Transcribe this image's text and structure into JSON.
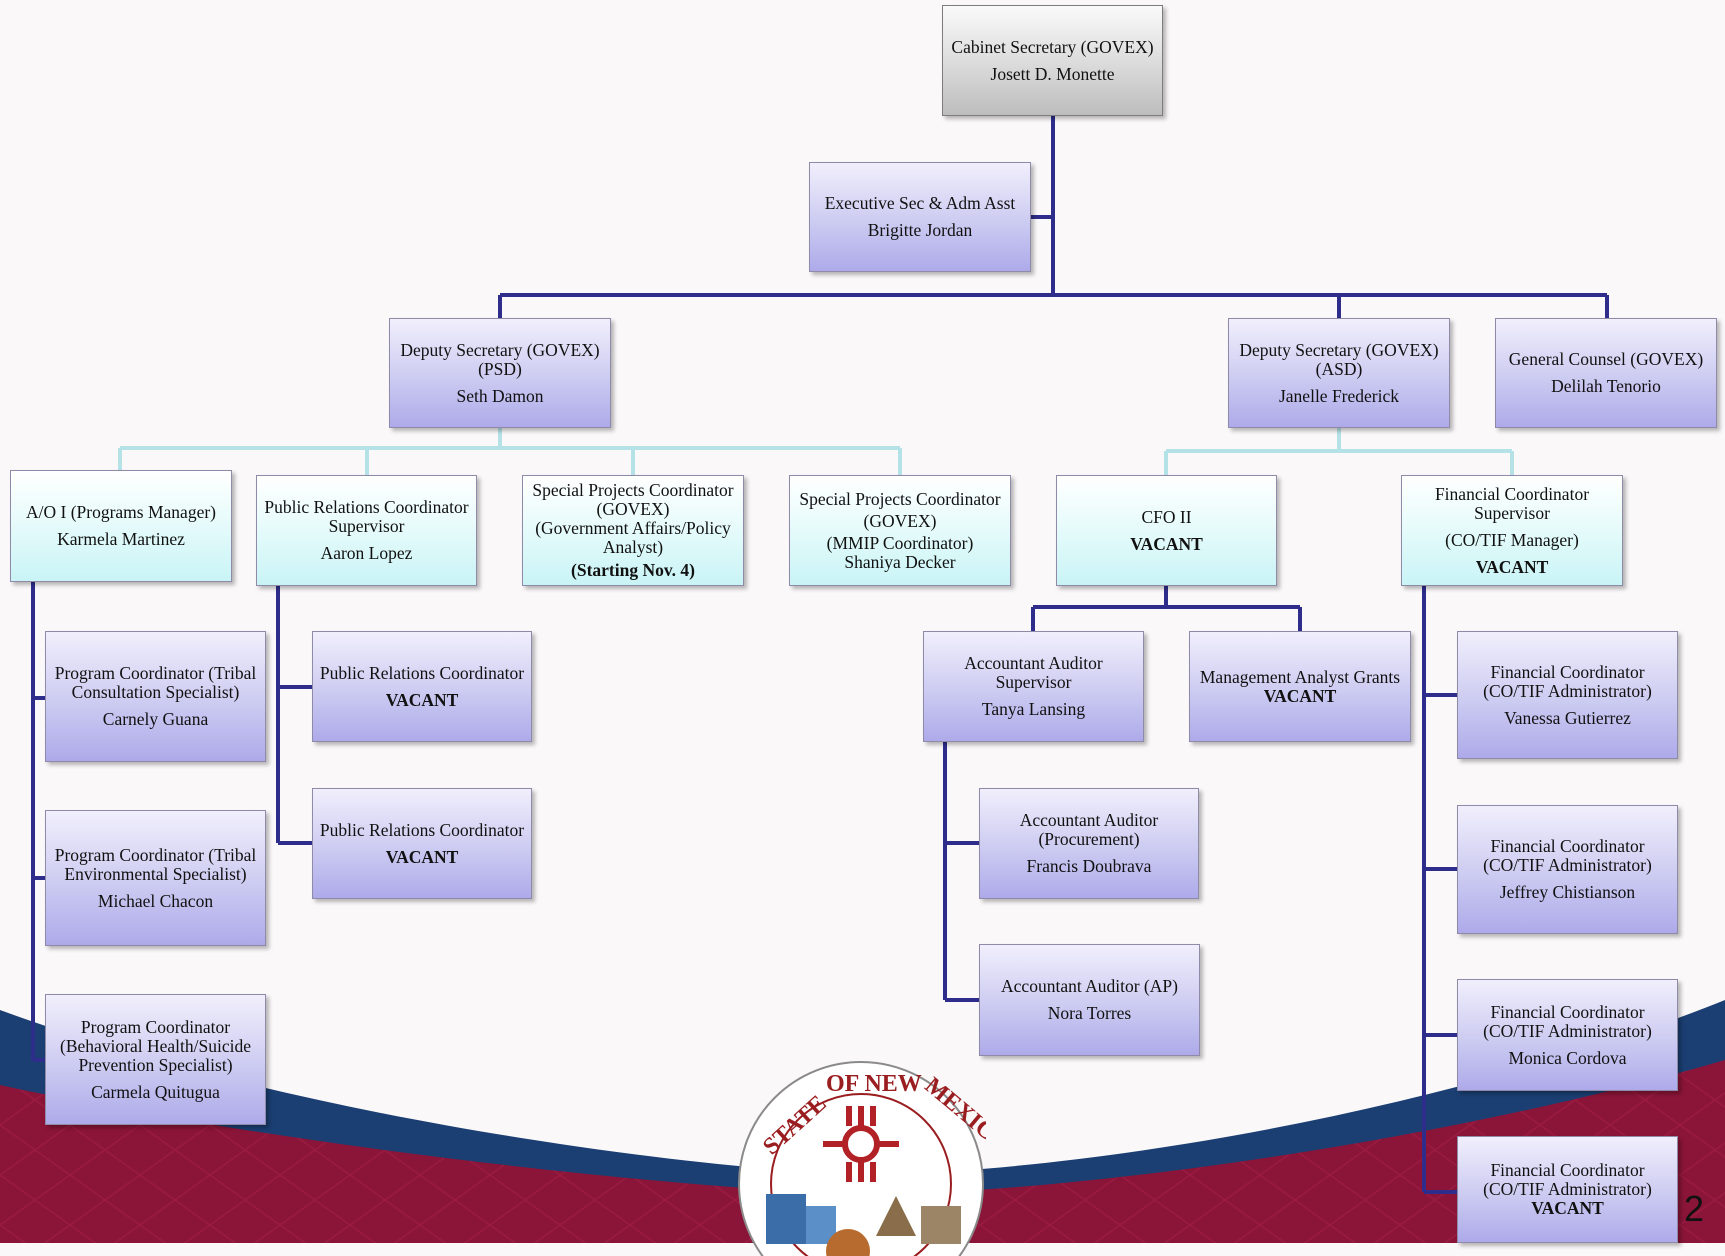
{
  "colors": {
    "connector_primary": "#2e2d8c",
    "connector_secondary": "#b5e2e6",
    "wave_navy": "#1b3f73",
    "wave_maroon": "#8b1538",
    "seal_red": "#9a1d20"
  },
  "page_number": "2",
  "seal_text": "STATE OF NEW MEXICO · INDIAN AFFAIRS DEPARTMENT",
  "nodes": {
    "cabinet": {
      "title": "Cabinet Secretary (GOVEX)",
      "name": "Josett D. Monette"
    },
    "exec_sec": {
      "title": "Executive Sec & Adm Asst",
      "name": "Brigitte Jordan"
    },
    "dep_psd": {
      "title": "Deputy Secretary (GOVEX)",
      "sub": "(PSD)",
      "name": "Seth Damon"
    },
    "dep_asd": {
      "title": "Deputy Secretary (GOVEX)",
      "sub": "(ASD)",
      "name": "Janelle Frederick"
    },
    "counsel": {
      "title": "General Counsel (GOVEX)",
      "name": "Delilah Tenorio"
    },
    "ao1": {
      "title": "A/O I (Programs Manager)",
      "name": "Karmela Martinez"
    },
    "pr_sup": {
      "title": "Public Relations Coordinator",
      "sub": "Supervisor",
      "name": "Aaron Lopez"
    },
    "spc_gov": {
      "title": "Special Projects Coordinator",
      "sub": "(GOVEX)",
      "sub2": "(Government Affairs/Policy",
      "sub3": "Analyst)",
      "note": "(Starting Nov. 4)"
    },
    "spc_mmip": {
      "title": "Special Projects Coordinator",
      "sub": "(GOVEX)",
      "sub2": "(MMIP Coordinator)",
      "name": "Shaniya Decker"
    },
    "cfo": {
      "title": "CFO II",
      "name": "VACANT"
    },
    "fin_sup": {
      "title": "Financial Coordinator",
      "sub": "Supervisor",
      "sub2": "(CO/TIF Manager)",
      "name": "VACANT"
    },
    "pc_tribal_consult": {
      "title": "Program Coordinator (Tribal",
      "sub": "Consultation Specialist)",
      "name": "Carnely Guana"
    },
    "pc_tribal_env": {
      "title": "Program Coordinator (Tribal",
      "sub": "Environmental Specialist)",
      "name": "Michael Chacon"
    },
    "pc_behavioral": {
      "title": "Program Coordinator",
      "sub": "(Behavioral Health/Suicide",
      "sub2": "Prevention Specialist)",
      "name": "Carmela Quitugua"
    },
    "pr_1": {
      "title": "Public Relations Coordinator",
      "name": "VACANT"
    },
    "pr_2": {
      "title": "Public Relations Coordinator",
      "name": "VACANT"
    },
    "acct_sup": {
      "title": "Accountant Auditor",
      "sub": "Supervisor",
      "name": "Tanya Lansing"
    },
    "mgmt_analyst": {
      "title": "Management Analyst Grants",
      "name": "VACANT"
    },
    "acct_proc": {
      "title": "Accountant Auditor",
      "sub": "(Procurement)",
      "name": "Francis Doubrava"
    },
    "acct_ap": {
      "title": "Accountant Auditor (AP)",
      "name": "Nora Torres"
    },
    "fin_1": {
      "title": "Financial Coordinator",
      "sub": "(CO/TIF Administrator)",
      "name": "Vanessa Gutierrez"
    },
    "fin_2": {
      "title": "Financial Coordinator",
      "sub": "(CO/TIF Administrator)",
      "name": "Jeffrey Chistianson"
    },
    "fin_3": {
      "title": "Financial Coordinator",
      "sub": "(CO/TIF Administrator)",
      "name": "Monica Cordova"
    },
    "fin_4": {
      "title": "Financial Coordinator",
      "sub": "(CO/TIF Administrator)",
      "name": "VACANT"
    }
  }
}
